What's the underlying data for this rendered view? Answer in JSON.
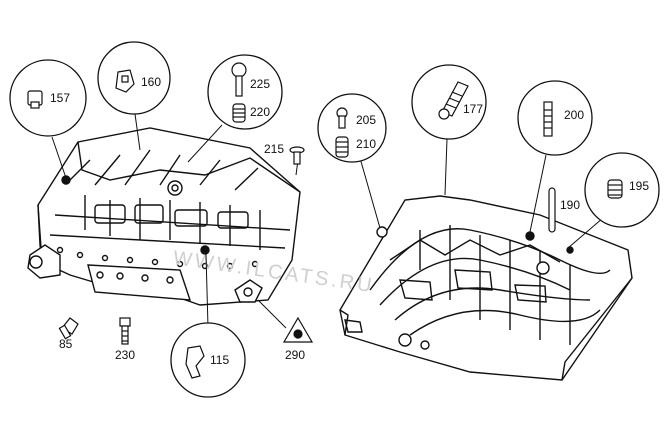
{
  "watermark": "WWW.ILCATS.RU",
  "callouts": {
    "c157": "157",
    "c160": "160",
    "c225": "225",
    "c220": "220",
    "c215": "215",
    "c205": "205",
    "c210": "210",
    "c177": "177",
    "c200": "200",
    "c195": "195",
    "c190": "190",
    "c85": "85",
    "c230": "230",
    "c115": "115",
    "c290": "290"
  }
}
